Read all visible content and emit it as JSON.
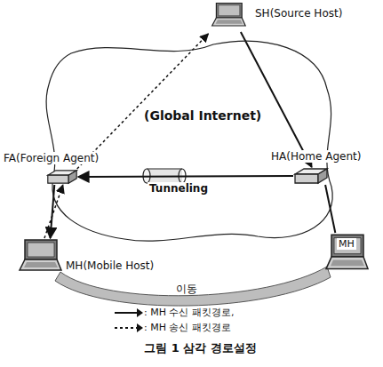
{
  "diagram": {
    "caption": "그림 1 삼각 경로설정",
    "nodes": [
      {
        "text": [
          "SH(Source Host)"
        ]
      },
      {
        "text": [
          "(Global Internet)"
        ]
      },
      {
        "text": [
          "FA(Foreign Agent)"
        ]
      },
      {
        "text": [
          "HA(Home Agent)"
        ]
      },
      {
        "text": [
          "MH(Mobile Host)"
        ]
      },
      {
        "text": [
          "MH"
        ]
      }
    ],
    "edges": [
      {
        "from": 0,
        "to": 3,
        "arrow": "to"
      },
      {
        "from": 3,
        "to": 2,
        "label": "Tunneling",
        "arrow": "to"
      },
      {
        "from": 2,
        "to": 4,
        "arrow": "to"
      },
      {
        "from": 4,
        "to": 2,
        "arrow": "to"
      },
      {
        "from": 2,
        "to": 0,
        "arrow": "to"
      },
      {
        "from": 3,
        "to": 5,
        "arrow": "none"
      }
    ],
    "labels": [
      "이동"
    ],
    "legend": [
      {
        "text": ": MH 수신 패킷경로,"
      },
      {
        "text": ": MH 송신 패킷경로"
      }
    ]
  }
}
